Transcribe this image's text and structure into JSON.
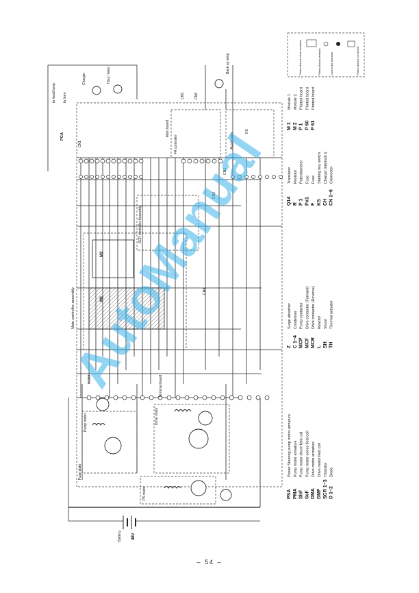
{
  "legend": [
    {
      "code": "PSA",
      "desc": "Power Steering pump motor armature"
    },
    {
      "code": "PMA",
      "desc": "Pump motor armature"
    },
    {
      "code": "ShF",
      "desc": "Pump motor shunt field coil"
    },
    {
      "code": "SeF",
      "desc": "Pump motor series field coil"
    },
    {
      "code": "DMA",
      "desc": "Drive motor armature"
    },
    {
      "code": "DMF",
      "desc": "Drive motor field coil"
    },
    {
      "code": "SCR 1~3",
      "desc": "Thyristor"
    },
    {
      "code": "D 1~2",
      "desc": "Diode"
    },
    {
      "code": "Z",
      "desc": "Surge absorber"
    },
    {
      "code": "C 1~4",
      "desc": "Condenser"
    },
    {
      "code": "MCP",
      "desc": "Pump contactor"
    },
    {
      "code": "MCF",
      "desc": "Drive contactor (Forward)"
    },
    {
      "code": "MCR",
      "desc": "Drive contactor (Reverse)"
    },
    {
      "code": "L",
      "desc": "Reactor"
    },
    {
      "code": "SH",
      "desc": "Shunt"
    },
    {
      "code": "TH",
      "desc": "Thermal actuator"
    },
    {
      "code": "Q14",
      "desc": "Transistor"
    },
    {
      "code": "R",
      "desc": "Resistor"
    },
    {
      "code": "P 1",
      "desc": "Potentiometer"
    },
    {
      "code": "Po1",
      "desc": "Fuse"
    },
    {
      "code": "F",
      "desc": "Fuse"
    },
    {
      "code": "KS",
      "desc": "Starting key switch"
    },
    {
      "code": "CH",
      "desc": "Charger interlock b"
    },
    {
      "code": "CN 1~6",
      "desc": "Connector"
    },
    {
      "code": "M 1",
      "desc": "Module 1"
    },
    {
      "code": "M 2",
      "desc": "Module 2"
    },
    {
      "code": "P 1",
      "desc": "Printed board"
    },
    {
      "code": "P 60",
      "desc": "Printed board"
    },
    {
      "code": "P 61",
      "desc": "Printed board"
    }
  ],
  "symbol_key": [
    {
      "label": "Printed board solder terminal"
    },
    {
      "label": "Printed board terminal"
    },
    {
      "label": "Connector terminal"
    },
    {
      "label": "Printed board connector"
    }
  ],
  "diagram_labels": {
    "main_controller": "Main controller assembly",
    "battery": "Battery",
    "voltage": "48V",
    "back_up_lamp": "Back-up lamp",
    "hour_meter": "Hour meter",
    "charger": "Charger",
    "fuse_plate": "Fuse plate",
    "drive_motor": "Drive motor",
    "pump_motor": "Pump motor",
    "ps_motor": "PS motor",
    "terminal_board": "Terminal board",
    "main_board": "Main board",
    "fr_controller": "FR controller",
    "accelerator": "Accelerator",
    "module_assembly": "SCR controller Assembly",
    "horn": "to horn",
    "head_lamp": "to head lamp",
    "pga": "PGA",
    "cn1": "CN1",
    "cn2": "CN2",
    "cn3": "CN3",
    "cn4": "CN4",
    "cn5": "CN5",
    "cn6": "CN6",
    "m1": "M1",
    "m2": "M2",
    "scr3": "SCR3",
    "ks": "KS"
  },
  "watermark": "AutoManual",
  "page_number": "– 54 –"
}
